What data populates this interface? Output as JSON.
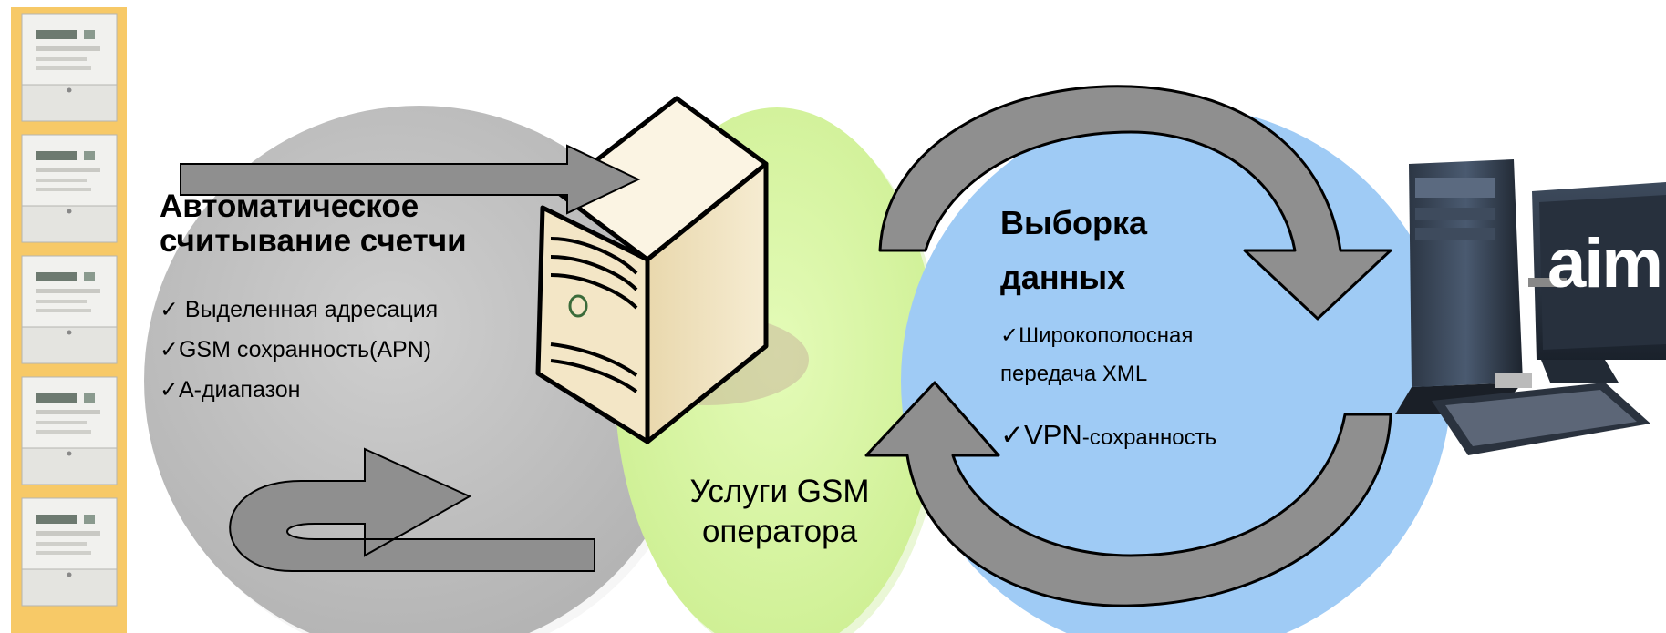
{
  "left_panel": {
    "title_lines": [
      "Автоматическое",
      "считывание счетчи"
    ],
    "bullets": [
      "✓ Выделенная адресация",
      "✓GSM сохранность(APN)",
      "✓A-диапазон"
    ]
  },
  "middle_panel": {
    "title_lines": [
      "Услуги GSM",
      "оператора"
    ]
  },
  "right_panel": {
    "title_lines": [
      "Выборка",
      "данных"
    ],
    "bullet_1_lines": [
      "✓Широкополосная",
      "передача XML"
    ],
    "bullet_2": {
      "check": "✓",
      "big": "VPN",
      "rest": "-сохранность"
    }
  },
  "computer": {
    "logo": "aim"
  },
  "colors": {
    "meter_strip": "#f7c967",
    "left_circle": "#c0c0c0",
    "middle_ellipse": "#dbf7a8",
    "right_circle": "#9fcbf5",
    "arrow": "#8f8f8f",
    "server_body": "#f3e6c6"
  }
}
